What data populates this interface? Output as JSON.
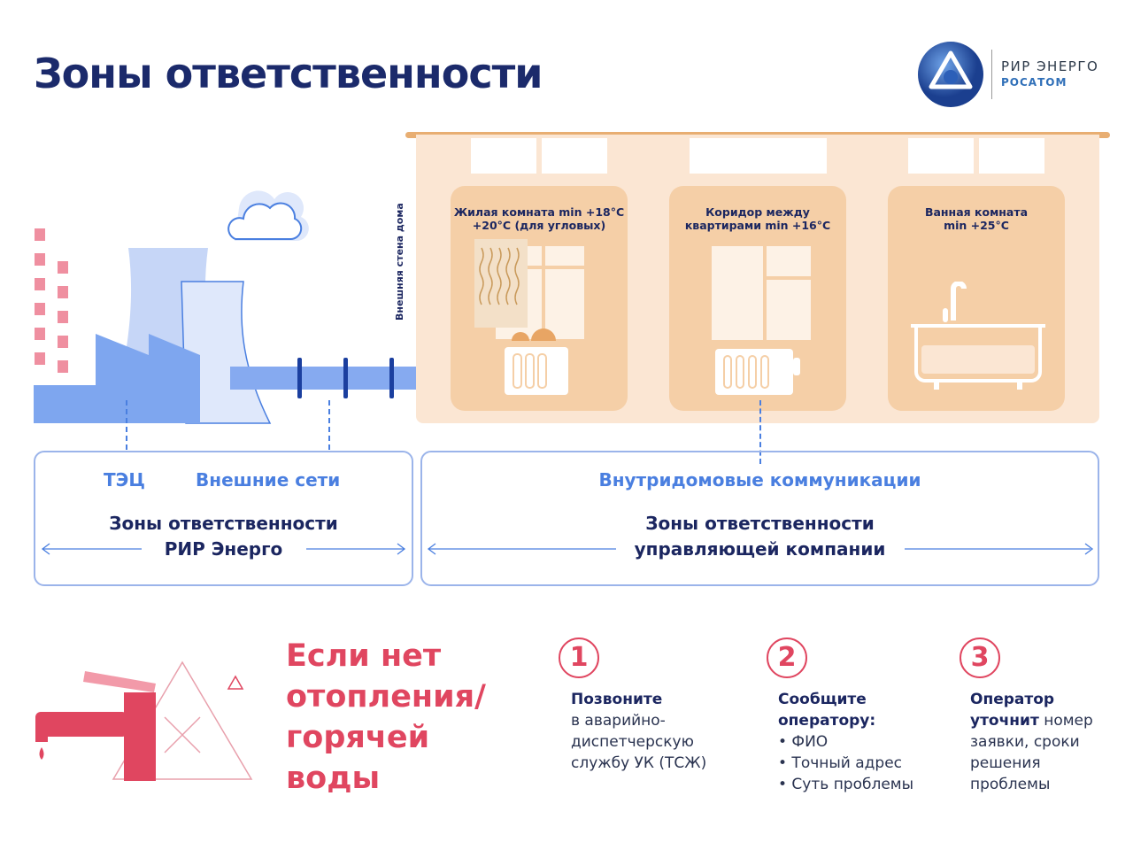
{
  "title": "Зоны ответственности",
  "logo": {
    "name": "РИР ЭНЕРГО",
    "sub": "РОСАТОМ"
  },
  "house": {
    "wall_label": "Внешняя стена дома",
    "rooms": [
      {
        "title_1": "Жилая комната min +18°C",
        "title_2": "+20°C (для угловых)"
      },
      {
        "title_1": "Коридор между",
        "title_2": "квартирами min +16°C"
      },
      {
        "title_1": "Ванная комната",
        "title_2": "min +25°C"
      }
    ]
  },
  "zones": {
    "left": {
      "label_1": "ТЭЦ",
      "label_2": "Внешние сети",
      "title_1": "Зоны ответственности",
      "title_2": "РИР Энерго"
    },
    "right": {
      "label": "Внутридомовые коммуникации",
      "title_1": "Зоны ответственности",
      "title_2": "управляющей компании"
    }
  },
  "alert": {
    "lines": [
      "Если нет",
      "отопления/",
      "горячей",
      "воды"
    ]
  },
  "steps": [
    {
      "num": "1",
      "bold": "Позвоните",
      "lines": [
        "в аварийно-",
        "диспетчерскую",
        "службу УК (ТСЖ)"
      ]
    },
    {
      "num": "2",
      "bold": "Сообщите",
      "bold2": "оператору:",
      "lines": [
        "• ФИО",
        "• Точный адрес",
        "• Суть проблемы"
      ]
    },
    {
      "num": "3",
      "bold": "Оператор",
      "bold2": "уточнит",
      "rest": " номер",
      "lines": [
        "заявки, сроки",
        "решения",
        "проблемы"
      ]
    }
  ],
  "colors": {
    "navy": "#1b2a6b",
    "blue": "#4a7fe0",
    "red": "#e04660",
    "peach": "#fbe6d3"
  }
}
